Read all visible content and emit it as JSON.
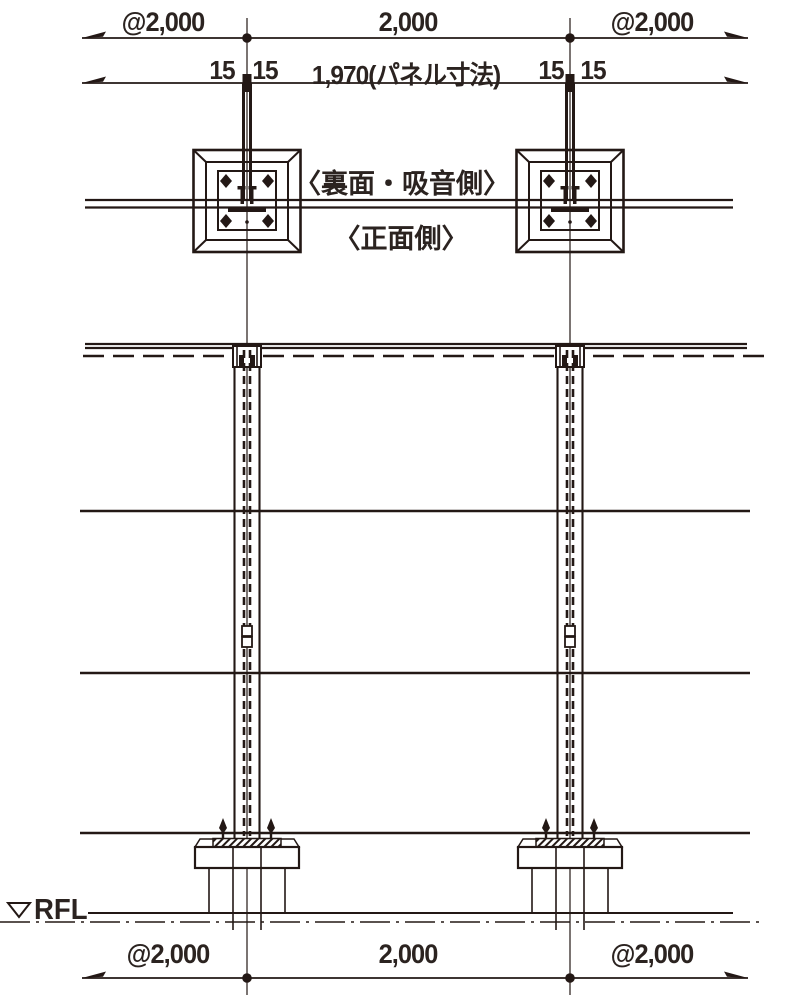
{
  "drawing_title": "panel-wall-elevation",
  "colors": {
    "ink": "#231815",
    "paper": "#ffffff"
  },
  "dimensions": {
    "top": {
      "left": "@2,000",
      "center": "2,000",
      "right": "@2,000"
    },
    "panel": {
      "left_a": "15",
      "left_b": "15",
      "center": "1,970(パネル寸法)",
      "right_a": "15",
      "right_b": "15"
    },
    "bottom": {
      "left": "@2,000",
      "center": "2,000",
      "right": "@2,000"
    }
  },
  "annotations": {
    "back_side": "〈裏面・吸音側〉",
    "front_side": "〈正面側〉",
    "level_mark": "RFL"
  }
}
